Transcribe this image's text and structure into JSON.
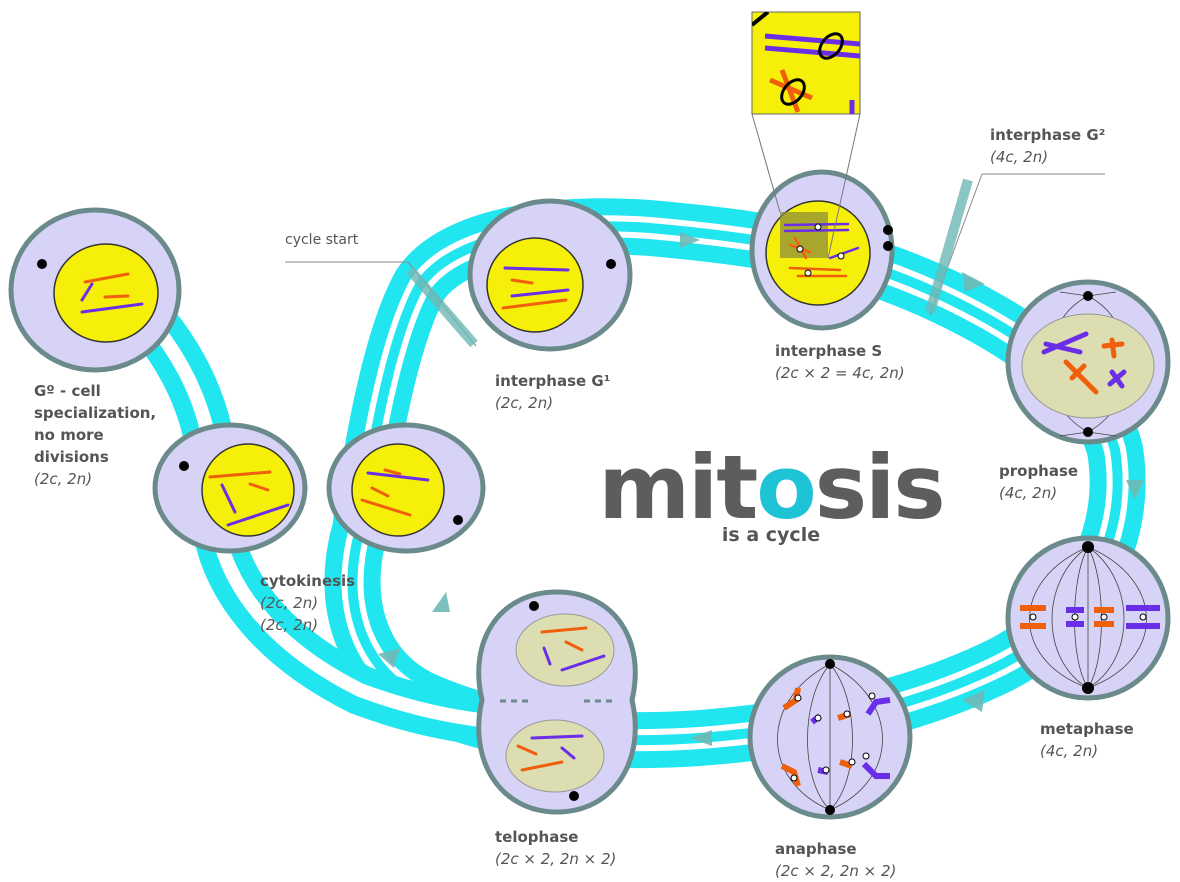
{
  "title": {
    "prefix": "mit",
    "accent": "o",
    "suffix": "sis",
    "subtitle": "is a cycle"
  },
  "colors": {
    "ring": "#22e6ef",
    "cell_fill": "#d7d3f6",
    "cell_border": "#6b8a8c",
    "nucleus_yellow": "#f6ef0a",
    "nucleus_tan": "#ddddb2",
    "chrom_orange": "#f0600c",
    "chrom_purple": "#6b2ee8",
    "arrow": "#6fb8b6",
    "label_text": "#555555",
    "accent": "#1fc3d6"
  },
  "cycle_start": "cycle start",
  "stages": {
    "g0": {
      "name": "Gº - cell specialization, no more divisions",
      "lines": [
        "Gº - cell",
        "specialization,",
        "no more",
        "divisions"
      ],
      "notation": "(2c, 2n)"
    },
    "g1": {
      "name": "interphase G¹",
      "notation": "(2c, 2n)"
    },
    "s": {
      "name": "interphase S",
      "notation": "(2c × 2 = 4c, 2n)"
    },
    "g2": {
      "name": "interphase G²",
      "notation": "(4c, 2n)"
    },
    "prophase": {
      "name": "prophase",
      "notation": "(4c, 2n)"
    },
    "metaphase": {
      "name": "metaphase",
      "notation": "(4c, 2n)"
    },
    "anaphase": {
      "name": "anaphase",
      "notation": "(2c × 2, 2n × 2)"
    },
    "telophase": {
      "name": "telophase",
      "notation": "(2c × 2, 2n × 2)"
    },
    "cytokinesis": {
      "name": "cytokinesis",
      "notation1": "(2c, 2n)",
      "notation2": "(2c, 2n)"
    }
  }
}
